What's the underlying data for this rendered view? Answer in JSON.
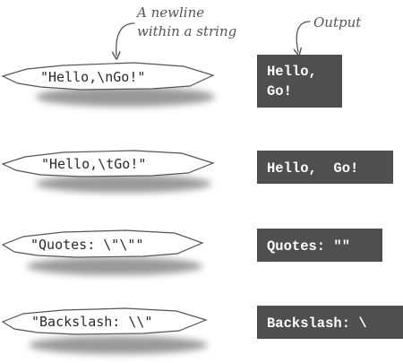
{
  "annotations": {
    "newline_note": [
      "A newline",
      "within a string"
    ],
    "output_note": "Output"
  },
  "rows": [
    {
      "code": "\"Hello,\\nGo!\"",
      "output_lines": [
        "Hello,",
        "Go!"
      ]
    },
    {
      "code": "\"Hello,\\tGo!\"",
      "output_lines": [
        "Hello,  Go!"
      ]
    },
    {
      "code": "\"Quotes: \\\"\\\"\"",
      "output_lines": [
        "Quotes: \"\""
      ]
    },
    {
      "code": "\"Backslash: \\\\\"",
      "output_lines": [
        "Backslash: \\"
      ]
    }
  ]
}
